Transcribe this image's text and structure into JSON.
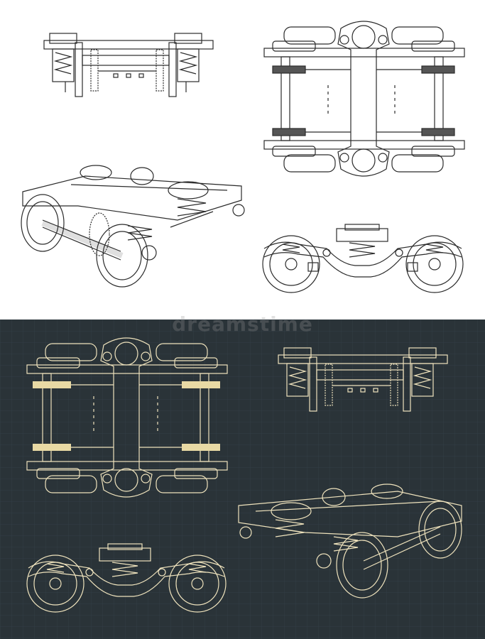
{
  "colors": {
    "light_bg": "#ffffff",
    "light_line": "#2b2b2b",
    "dark_bg": "#2a3338",
    "dark_line": "#efe3bd",
    "dark_accent": "#e8d9a4",
    "grid": "#34404a"
  },
  "watermark": {
    "text": "dreamstime"
  },
  "panels": [
    {
      "name": "light-blueprints",
      "views": [
        "front-view",
        "top-view",
        "isometric-view",
        "side-view"
      ]
    },
    {
      "name": "dark-blueprints",
      "views": [
        "top-view",
        "front-view",
        "side-view",
        "isometric-view"
      ]
    }
  ]
}
